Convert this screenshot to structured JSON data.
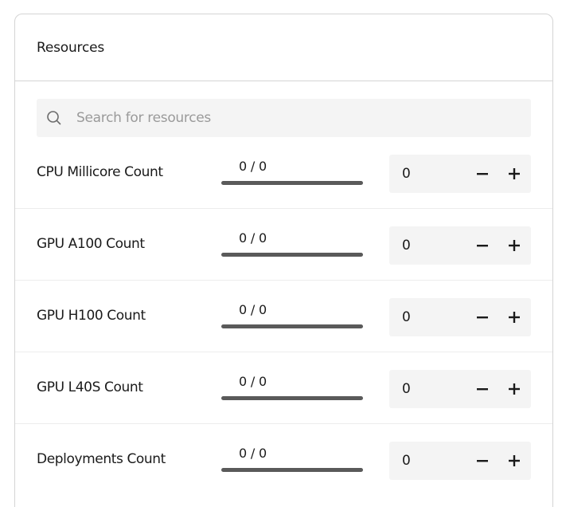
{
  "card": {
    "title": "Resources"
  },
  "search": {
    "placeholder": "Search for resources",
    "value": "",
    "icon": "search-icon"
  },
  "resources": [
    {
      "label": "CPU Millicore Count",
      "usage": "0 / 0",
      "value": "0"
    },
    {
      "label": "GPU A100 Count",
      "usage": "0 / 0",
      "value": "0"
    },
    {
      "label": "GPU H100 Count",
      "usage": "0 / 0",
      "value": "0"
    },
    {
      "label": "GPU L40S Count",
      "usage": "0 / 0",
      "value": "0"
    },
    {
      "label": "Deployments Count",
      "usage": "0 / 0",
      "value": "0"
    }
  ],
  "stepper": {
    "decrement_icon": "minus-icon",
    "increment_icon": "plus-icon"
  },
  "colors": {
    "border": "#d4d4d4",
    "input_bg": "#f4f4f4",
    "bar": "#5a5a5a",
    "text": "#1a1a1a",
    "placeholder": "#9a9a9a"
  }
}
